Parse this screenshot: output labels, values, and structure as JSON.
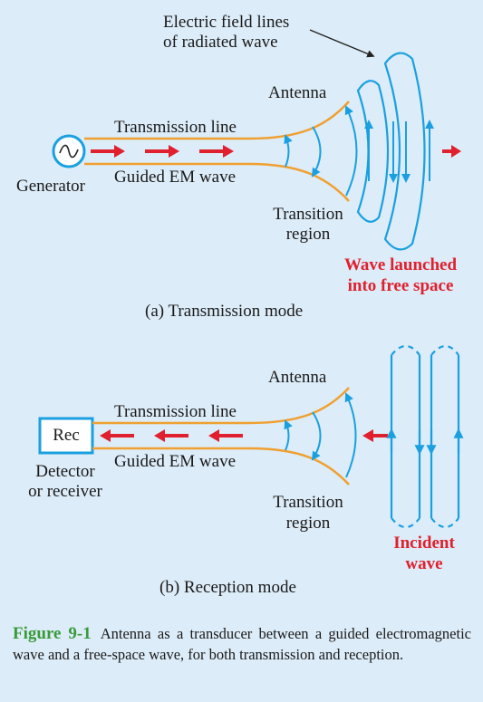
{
  "top": {
    "field_lines_label_1": "Electric field lines",
    "field_lines_label_2": "of radiated wave",
    "antenna": "Antenna",
    "transmission_line": "Transmission line",
    "guided_wave": "Guided EM wave",
    "generator": "Generator",
    "transition_1": "Transition",
    "transition_2": "region",
    "launched_1": "Wave launched",
    "launched_2": "into free space",
    "mode": "(a)  Transmission mode"
  },
  "bottom": {
    "antenna": "Antenna",
    "transmission_line": "Transmission line",
    "rec": "Rec",
    "guided_wave": "Guided EM wave",
    "detector_1": "Detector",
    "detector_2": "or receiver",
    "transition_1": "Transition",
    "transition_2": "region",
    "incident_1": "Incident",
    "incident_2": "wave",
    "mode": "(b)  Reception mode"
  },
  "caption": {
    "figure": "Figure 9-1",
    "text": "Antenna as a transducer between a guided electromagnetic wave and a free-space wave, for both transmission and reception."
  },
  "colors": {
    "background": "#dcecf8",
    "line": "#f0a030",
    "field": "#1aa0e0",
    "arrow": "#e0202e",
    "caption_label": "#3a9a3a"
  }
}
